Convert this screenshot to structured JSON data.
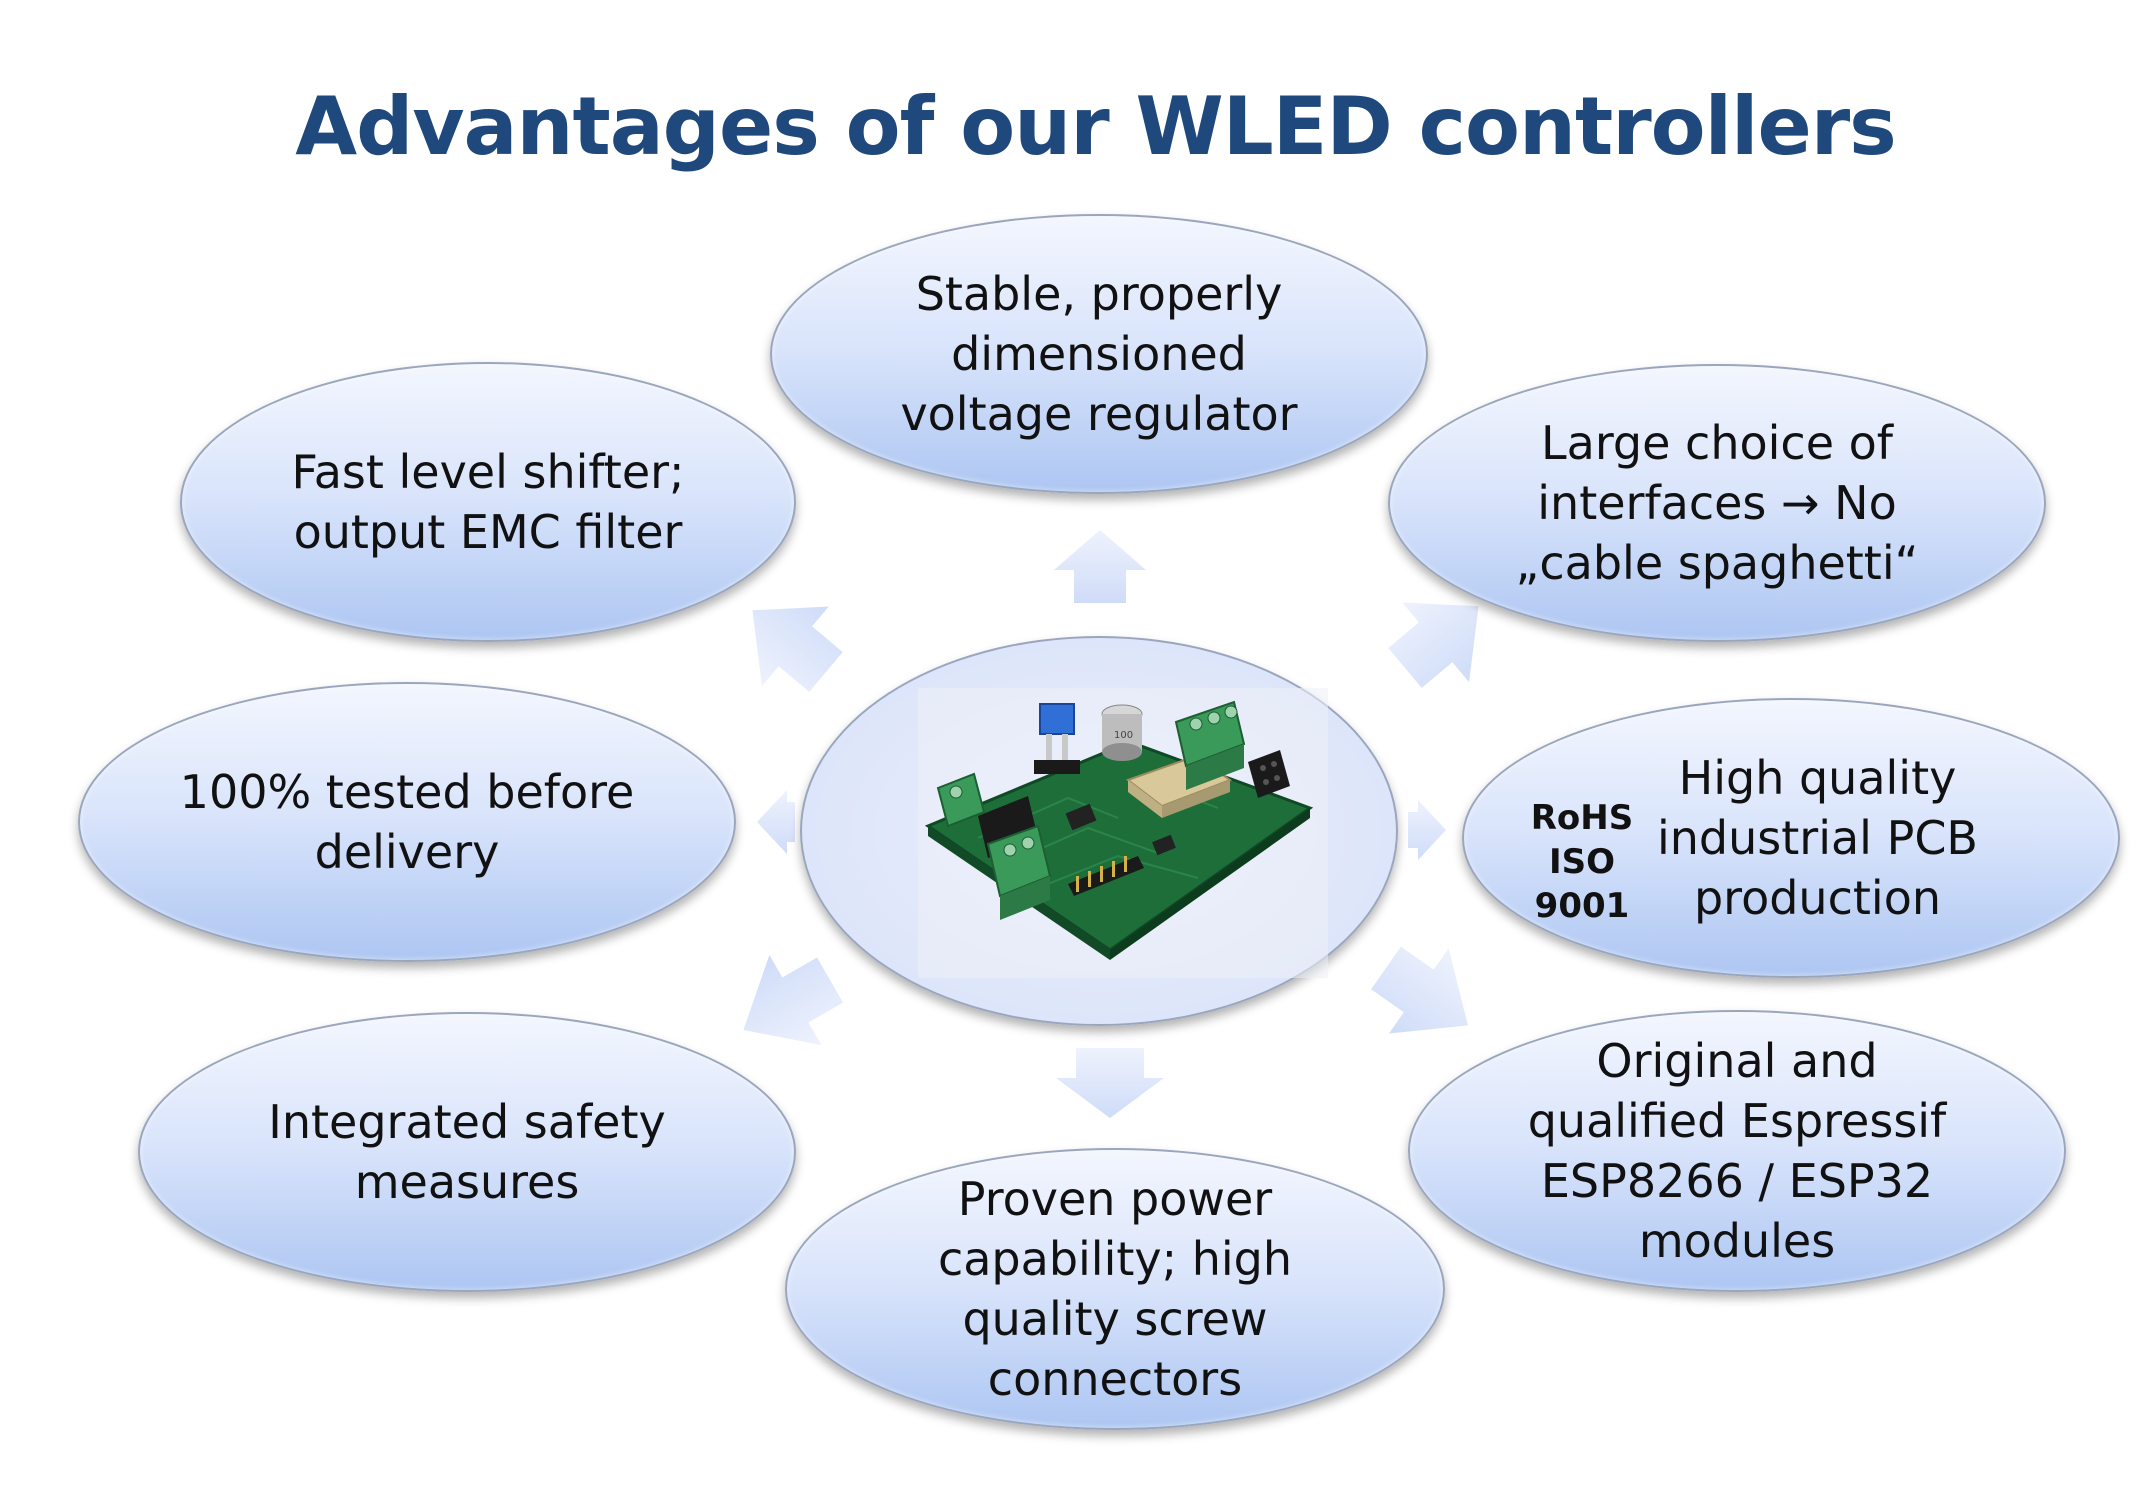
{
  "title": "Advantages of our WLED controllers",
  "advantages": {
    "top": "Stable, properly\ndimensioned\nvoltage regulator",
    "top_right": "Large choice of\ninterfaces → No\n„cable spaghetti“",
    "right": "High quality\nindustrial PCB\nproduction",
    "bottom_right": "Original and\nqualified Espressif\nESP8266 / ESP32\nmodules",
    "bottom": "Proven power\ncapability; high\nquality screw\nconnectors",
    "bottom_left": "Integrated safety\nmeasures",
    "left": "100% tested before\ndelivery",
    "top_left": "Fast level shifter;\noutput EMC filter"
  },
  "certifications": "RoHS\nISO 9001",
  "colors": {
    "title": "#1f497d",
    "bubble_light": "#f3f6fe",
    "bubble_dark": "#adc6f2",
    "arrow": "#dbe5fb",
    "pcb": "#1e6e3a",
    "terminal": "#3a9a5a"
  }
}
